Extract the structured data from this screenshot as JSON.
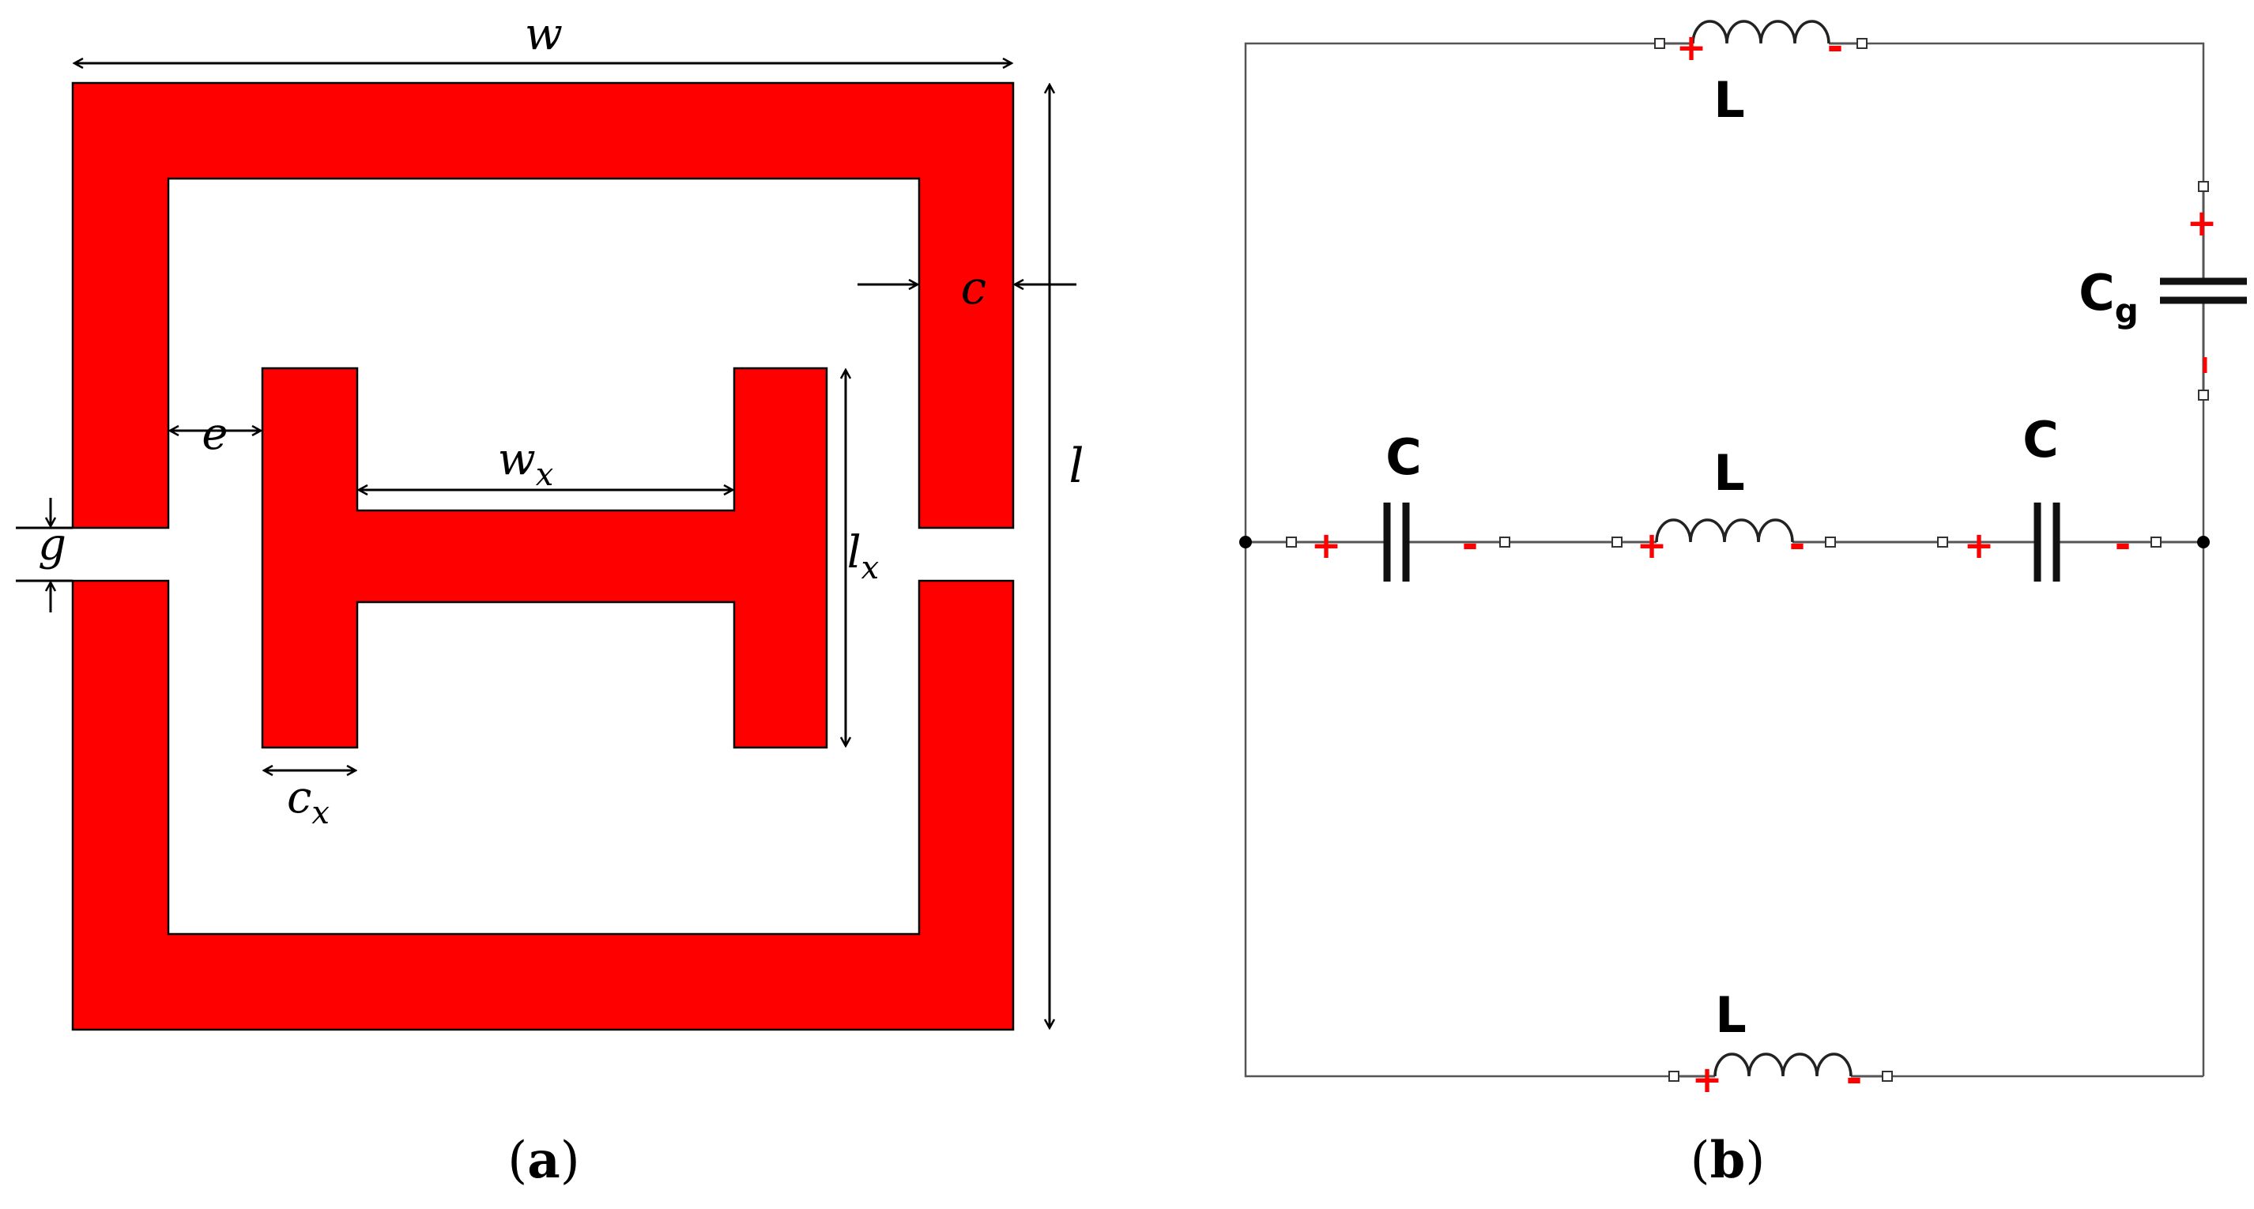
{
  "panel_a": {
    "dims": {
      "w": "w",
      "c": "c",
      "e": "e",
      "l": "l",
      "g": "g",
      "wx": "w",
      "wx_sub": "x",
      "lx": "l",
      "lx_sub": "x",
      "cx": "c",
      "cx_sub": "x"
    },
    "caption": {
      "open": "(",
      "letter": "a",
      "close": ")"
    },
    "colors": {
      "resonator": "#ff0000",
      "outline": "#000000"
    }
  },
  "panel_b": {
    "labels": {
      "L_top": "L",
      "L_mid": "L",
      "L_bot": "L",
      "C_left": "C",
      "C_right": "C",
      "Cg": "C",
      "Cg_sub": "g"
    },
    "polarity": {
      "plus": "+",
      "minus": "-"
    },
    "caption": {
      "open": "(",
      "letter": "b",
      "close": ")"
    },
    "colors": {
      "polarity": "#ff0000",
      "wire": "#555555"
    }
  }
}
